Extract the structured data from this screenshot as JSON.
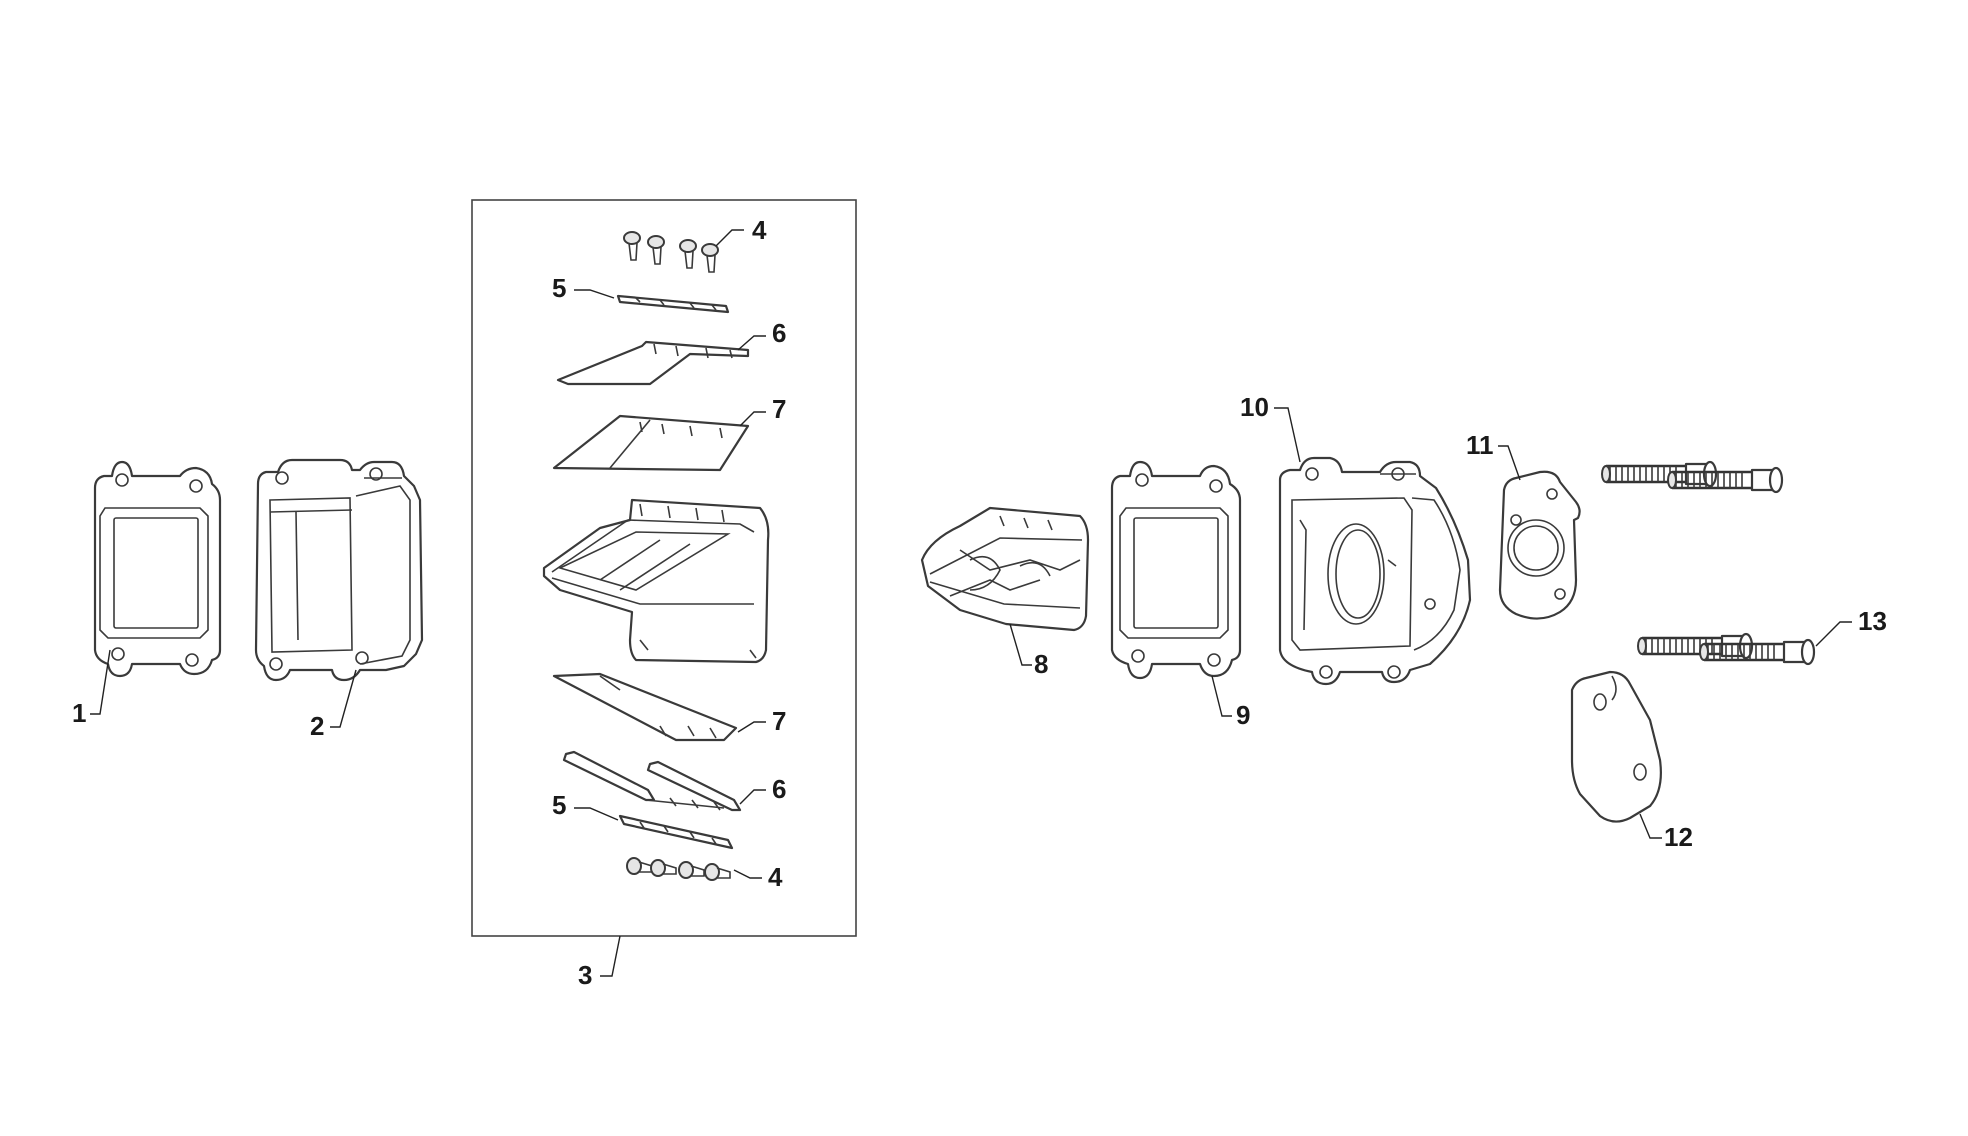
{
  "callouts": {
    "c1": "1",
    "c2": "2",
    "c3": "3",
    "c4a": "4",
    "c4b": "4",
    "c5a": "5",
    "c5b": "5",
    "c6a": "6",
    "c6b": "6",
    "c7a": "7",
    "c7b": "7",
    "c8": "8",
    "c9": "9",
    "c10": "10",
    "c11": "11",
    "c12": "12",
    "c13": "13"
  }
}
